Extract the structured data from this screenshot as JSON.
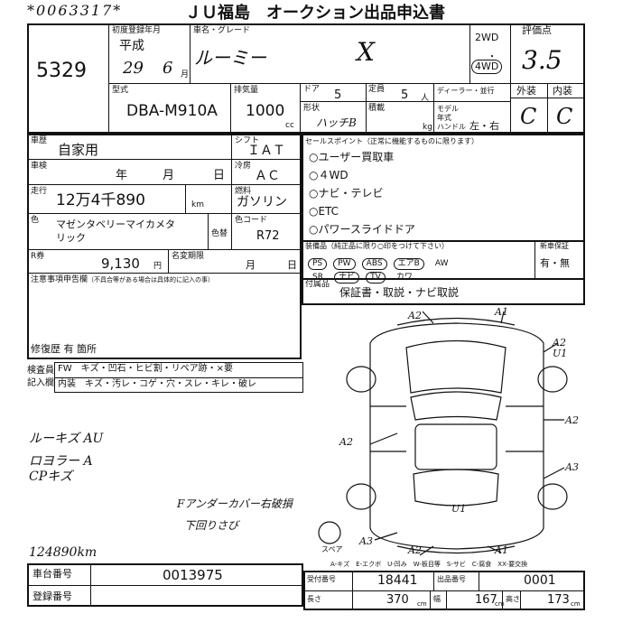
{
  "header": {
    "serial": "*0063317*",
    "title": "ＪＵ福島　オークション出品申込書"
  },
  "lot": {
    "number": "5329"
  },
  "registration": {
    "label": "初度登録年月",
    "era": "平成",
    "year": "29",
    "month": "6",
    "month_unit": "月"
  },
  "vehicle": {
    "name_label": "車名・グレード",
    "name": "ルーミー",
    "grade": "X",
    "model_label": "型式",
    "model": "DBA-M910A",
    "displacement_label": "排気量",
    "displacement": "1000",
    "displacement_unit": "cc",
    "doors_label": "ドア",
    "doors": "5",
    "capacity_label": "定員",
    "capacity": "5",
    "capacity_unit": "人",
    "shape_label": "形状",
    "shape": "ハッチB",
    "load_label": "積載",
    "load_unit": "kg",
    "dealer_label": "ディーラー・並行",
    "model_year_label": "モデル年式",
    "handle_label": "ハンドル",
    "handle": "左・右",
    "drive_2wd": "2WD",
    "drive_4wd": "4WD"
  },
  "grade": {
    "label": "評価点",
    "score": "3.5",
    "exterior_label": "外装",
    "exterior": "C",
    "interior_label": "内装",
    "interior": "C"
  },
  "details": {
    "category_label": "車歴",
    "category": "自家用",
    "shaken_label": "車検",
    "shaken_year": "年",
    "shaken_month": "月",
    "shaken_day": "日",
    "mileage_label": "走行",
    "mileage": "12万4千890",
    "mileage_unit": "km",
    "color_label": "色",
    "color": "マゼンタベリーマイカメタリック",
    "color_line1": "マゼンタベリーマイカメタ",
    "color_line2": "リック",
    "color_change_label": "色替",
    "shift_label": "シフト",
    "shift": "ＩＡＴ",
    "ac_label": "冷房",
    "ac": "ＡＣ",
    "fuel_label": "燃料",
    "fuel": "ガソリン",
    "color_code_label": "色コード",
    "color_code": "R72",
    "recycle_label": "R券",
    "recycle": "9,130",
    "recycle_unit": "円",
    "name_change_label": "名変期限",
    "name_change_month": "月",
    "name_change_day": "日",
    "notes_label": "注意事項申告欄",
    "notes_sub": "（不具合等がある場合は具体的に記入の事）",
    "repair_label": "修復歴",
    "repair_value": "有",
    "repair_unit": "箇所"
  },
  "sales_points": {
    "label": "セールスポイント（正常に機能するものに限ります）",
    "items": [
      "○ユーザー買取車",
      "○４WD",
      "○ナビ・テレビ",
      "○ETC",
      "○パワースライドドア"
    ]
  },
  "equipment": {
    "label": "装備品（純正品に限り○印をつけて下さい）",
    "items": [
      "PS",
      "PW",
      "ABS",
      "エアB",
      "AW",
      "SR",
      "ナビ",
      "TV",
      "カワ"
    ],
    "new_car_label": "新車保証",
    "new_car_value": "有・無"
  },
  "accessories": {
    "label": "付属品",
    "value": "保証書・取説・ナビ取説"
  },
  "inspection": {
    "row1_label": "検査員",
    "row2_label": "記入欄",
    "row1": "FW　キズ・凹石・ヒビ割・リペア跡・×要",
    "row2": "内装　キズ・汚レ・コゲ・穴・スレ・キレ・破レ"
  },
  "handwritten": {
    "note1": "ルーキズ AU",
    "note2": "ロヨラー A",
    "note3": "CPキズ",
    "note4": "Fアンダーカバー右破損",
    "note5": "下回りさび",
    "odometer_note": "124890km",
    "map_a2_top": "A2",
    "map_a1_top": "A1",
    "map_a2_u1": "A2 U1",
    "map_a2_right": "A2",
    "map_a2_left": "A2",
    "map_a3_right": "A3",
    "map_a3_bottom": "A3",
    "map_a2_bottom": "A2",
    "map_a1_bottom": "A1",
    "map_u1": "U1",
    "spare_label": "スペア"
  },
  "legend": {
    "text": "A-キズ　E-エクボ　U-凹み　W-板目等　S-サビ　C-腐食　XX-要交換"
  },
  "footer": {
    "chassis_label": "車台番号",
    "chassis": "0013975",
    "reg_label": "登録番号",
    "entry_label": "受付番号",
    "entry_num": "18441",
    "seq_label": "出品番号",
    "seq": "0001",
    "length_label": "長さ",
    "length": "370",
    "width_label": "幅",
    "width": "167",
    "height_label": "高さ",
    "height": "173",
    "dim_unit": "cm"
  }
}
